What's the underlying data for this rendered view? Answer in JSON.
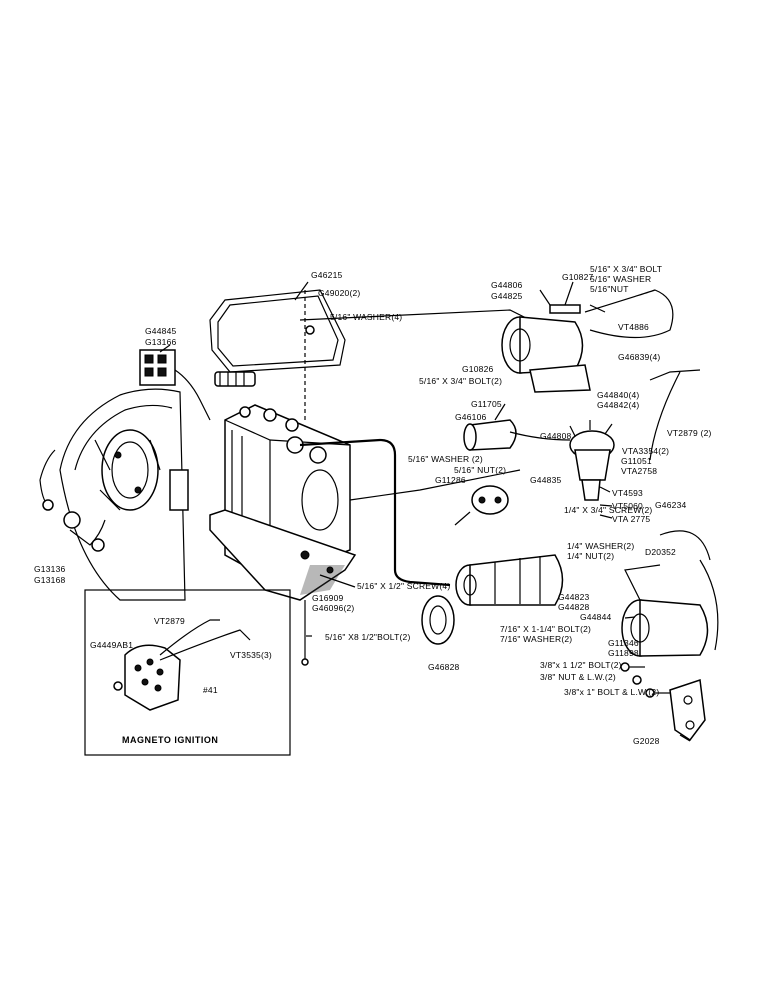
{
  "diagram": {
    "inset_title": "MAGNETO IGNITION",
    "labels": {
      "g46215": "G46215",
      "g49020": "G49020(2)",
      "washer_516_4": "5/16\" WASHER(4)",
      "g44806": "G44806",
      "g44825": "G44825",
      "g10827": "G10827",
      "bolt_516_34": "5/16\" X 3/4\" BOLT",
      "washer_516": "5/16\" WASHER",
      "nut_516": "5/16\"NUT",
      "vt4886": "VT4886",
      "g44845": "G44845",
      "g13166": "G13166",
      "g10826": "G10826",
      "bolt_516_34_2": "5/16\" X 3/4\" BOLT(2)",
      "g46839": "G46839(4)",
      "g44840": "G44840(4)",
      "g44842": "G44842(4)",
      "g11705": "G11705",
      "g46106": "G46106",
      "g44808": "G44808",
      "vt2879_2": "VT2879 (2)",
      "vta3354": "VTA3354(2)",
      "washer_516_2": "5/16\" WASHER (2)",
      "nut_516_2": "5/16\" NUT(2)",
      "g11051": "G11051",
      "vta2758": "VTA2758",
      "g11286": "G11286",
      "g44835": "G44835",
      "vt4593": "VT4593",
      "vt5060": "VT5060",
      "vta2775": "VTA 2775",
      "screw_14_34": "1/4\" X 3/4\" SCREW(2)",
      "washer_14_2": "1/4\" WASHER(2)",
      "nut_14_2": "1/4\" NUT(2)",
      "g46234": "G46234",
      "d20352": "D20352",
      "g13136": "G13136",
      "g13168": "G13168",
      "screw_516_12": "5/16\" X 1/2\" SCREW(4)",
      "g16909": "G16909",
      "g46096": "G46096(2)",
      "g44823": "G44823",
      "g44828": "G44828",
      "g44844": "G44844",
      "bolt_716": "7/16\" X 1-1/4\" BOLT(2)",
      "washer_716": "7/16\" WASHER(2)",
      "bolt_516_8": "5/16\" X8 1/2\"BOLT(2)",
      "g11346": "G11346",
      "g11898": "G11898",
      "vt2879": "VT2879",
      "g44498": "G4449AB1",
      "vt3535": "VT3535(3)",
      "mag41": "#41",
      "g46828": "G46828",
      "bolt_38_1": "3/8\"x 1 1/2\" BOLT(2)",
      "nut_38": "3/8\" NUT & L.W.(2)",
      "bolt_38_2": "3/8\"x 1\" BOLT & L.W.(2)",
      "g2028": "G2028"
    }
  }
}
